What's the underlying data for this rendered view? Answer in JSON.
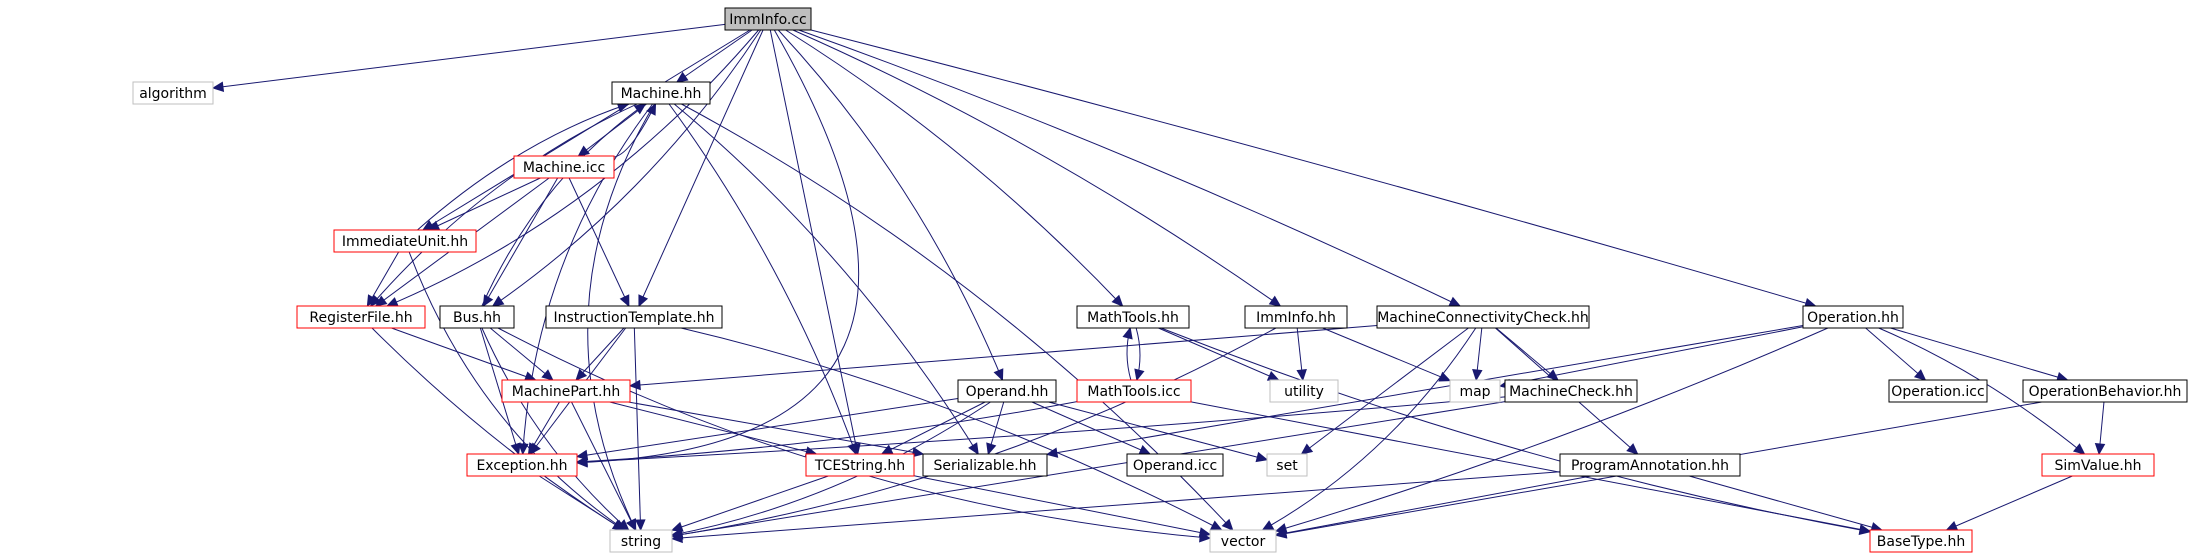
{
  "colors": {
    "edge": "#191970",
    "border_default": "#000000",
    "border_red": "#ff0000",
    "border_gray": "#bfbfbf",
    "fill_root": "#bfbfbf",
    "fill_default": "#ffffff"
  },
  "nodes": {
    "imminfo_cc": {
      "label": "ImmInfo.cc",
      "style": "root"
    },
    "algorithm": {
      "label": "algorithm",
      "style": "gray"
    },
    "machine_hh": {
      "label": "Machine.hh",
      "style": "black"
    },
    "machine_icc": {
      "label": "Machine.icc",
      "style": "red"
    },
    "immediateunit_hh": {
      "label": "ImmediateUnit.hh",
      "style": "red"
    },
    "registerfile_hh": {
      "label": "RegisterFile.hh",
      "style": "red"
    },
    "bus_hh": {
      "label": "Bus.hh",
      "style": "black"
    },
    "instructiontemplate_hh": {
      "label": "InstructionTemplate.hh",
      "style": "black"
    },
    "machinepart_hh": {
      "label": "MachinePart.hh",
      "style": "red"
    },
    "exception_hh": {
      "label": "Exception.hh",
      "style": "red"
    },
    "string": {
      "label": "string",
      "style": "gray"
    },
    "tcestring_hh": {
      "label": "TCEString.hh",
      "style": "red"
    },
    "serializable_hh": {
      "label": "Serializable.hh",
      "style": "black"
    },
    "operand_hh": {
      "label": "Operand.hh",
      "style": "black"
    },
    "operand_icc": {
      "label": "Operand.icc",
      "style": "black"
    },
    "set": {
      "label": "set",
      "style": "gray"
    },
    "mathtools_hh": {
      "label": "MathTools.hh",
      "style": "black"
    },
    "mathtools_icc": {
      "label": "MathTools.icc",
      "style": "red"
    },
    "utility": {
      "label": "utility",
      "style": "gray"
    },
    "imminfo_hh": {
      "label": "ImmInfo.hh",
      "style": "black"
    },
    "machineconnectivitycheck_hh": {
      "label": "MachineConnectivityCheck.hh",
      "style": "black"
    },
    "map": {
      "label": "map",
      "style": "gray"
    },
    "machinecheck_hh": {
      "label": "MachineCheck.hh",
      "style": "black"
    },
    "programannotation_hh": {
      "label": "ProgramAnnotation.hh",
      "style": "black"
    },
    "vector": {
      "label": "vector",
      "style": "gray"
    },
    "basetype_hh": {
      "label": "BaseType.hh",
      "style": "red"
    },
    "operation_hh": {
      "label": "Operation.hh",
      "style": "black"
    },
    "operation_icc": {
      "label": "Operation.icc",
      "style": "black"
    },
    "operationbehavior_hh": {
      "label": "OperationBehavior.hh",
      "style": "black"
    },
    "simvalue_hh": {
      "label": "SimValue.hh",
      "style": "red"
    }
  }
}
